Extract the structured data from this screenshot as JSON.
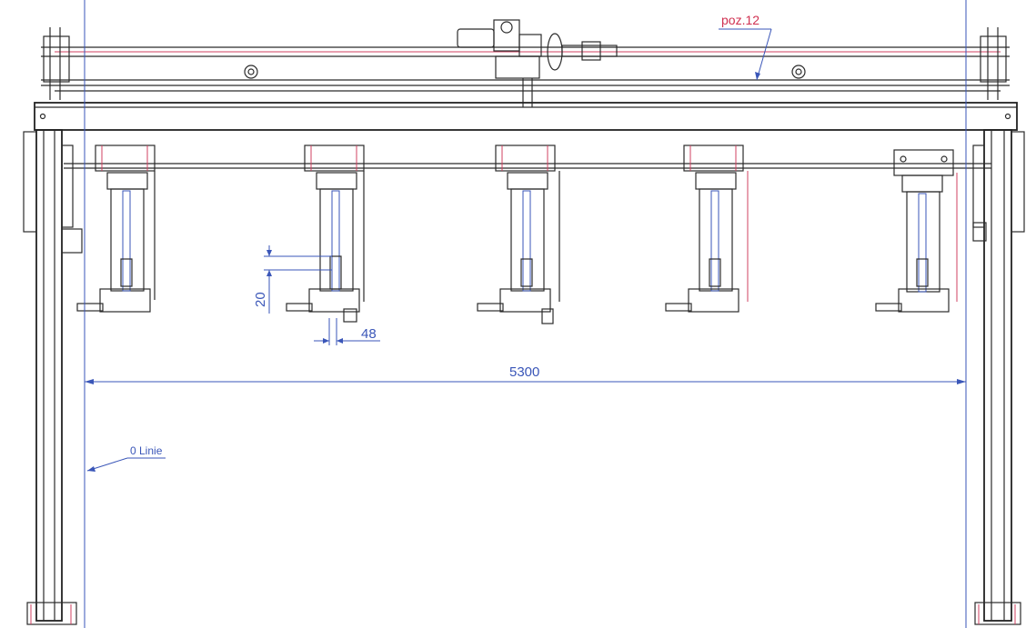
{
  "labels": {
    "poz": "poz.12",
    "zero_line": "0 Linie",
    "span": "5300",
    "dim_vertical": "20",
    "dim_horizontal": "48"
  },
  "colors": {
    "drawing": "#2b2b2b",
    "dimension": "#3a56b8",
    "callout": "#d03050"
  }
}
